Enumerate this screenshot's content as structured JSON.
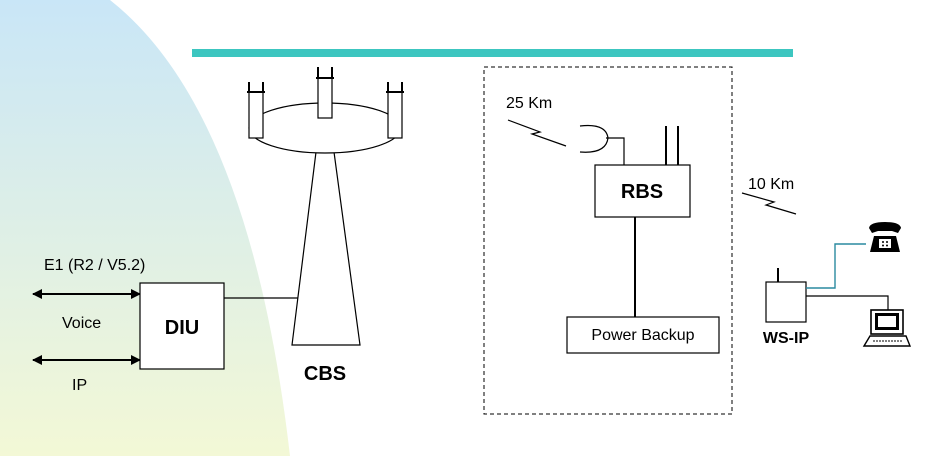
{
  "colors": {
    "accent_bar": "#3cc6c0",
    "background_gradient_top": "#c9e6f7",
    "background_gradient_bottom": "#f3f8d6",
    "line": "#000000",
    "phone_link": "#2a8aa0"
  },
  "labels": {
    "e1": "E1 (R2 / V5.2)",
    "voice": "Voice",
    "ip": "IP",
    "diu": "DIU",
    "cbs": "CBS",
    "km25": "25 Km",
    "rbs": "RBS",
    "power_backup": "Power Backup",
    "km10": "10 Km",
    "wsip": "WS-IP"
  },
  "icons": {
    "antenna": "cell-tower-antenna-icon",
    "dish": "dish-antenna-icon",
    "phone": "telephone-icon",
    "computer": "computer-icon",
    "radio_link": "radio-link-icon"
  }
}
